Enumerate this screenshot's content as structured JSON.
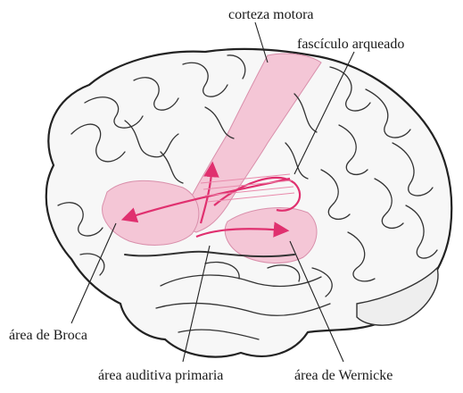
{
  "labels": {
    "motor_cortex": "corteza motora",
    "arcuate_fasciculus": "fascículo arqueado",
    "broca": "área de Broca",
    "auditory": "área auditiva primaria",
    "wernicke": "área de Wernicke"
  },
  "colors": {
    "highlight": "#f4c6d6",
    "arrow": "#e0306f",
    "outline": "#222222",
    "brain_fill": "#f7f7f7"
  }
}
